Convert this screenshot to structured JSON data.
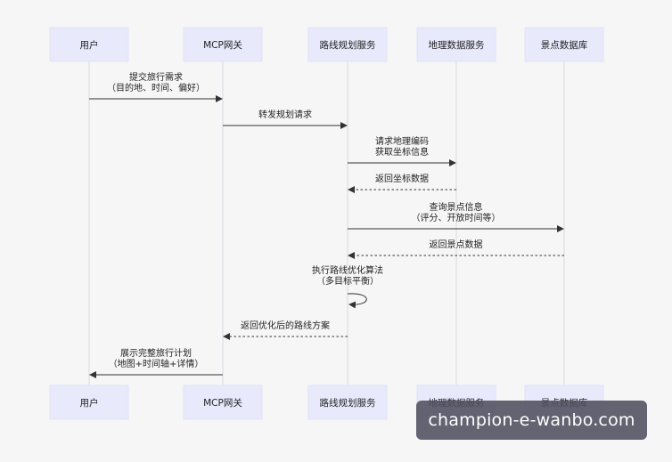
{
  "participants": [
    {
      "id": "user",
      "label": "用户"
    },
    {
      "id": "gateway",
      "label": "MCP网关"
    },
    {
      "id": "route",
      "label": "路线规划服务"
    },
    {
      "id": "geo",
      "label": "地理数据服务"
    },
    {
      "id": "poi",
      "label": "景点数据库"
    }
  ],
  "messages": [
    {
      "from": "user",
      "to": "gateway",
      "style": "solid",
      "lines": [
        "提交旅行需求",
        "（目的地、时间、偏好）"
      ]
    },
    {
      "from": "gateway",
      "to": "route",
      "style": "solid",
      "lines": [
        "转发规划请求"
      ]
    },
    {
      "from": "route",
      "to": "geo",
      "style": "solid",
      "lines": [
        "请求地理编码",
        "获取坐标信息"
      ]
    },
    {
      "from": "geo",
      "to": "route",
      "style": "dashed",
      "lines": [
        "返回坐标数据"
      ]
    },
    {
      "from": "route",
      "to": "poi",
      "style": "solid",
      "lines": [
        "查询景点信息",
        "（评分、开放时间等）"
      ]
    },
    {
      "from": "poi",
      "to": "route",
      "style": "dashed",
      "lines": [
        "返回景点数据"
      ]
    },
    {
      "from": "route",
      "to": "route",
      "style": "solid",
      "lines": [
        "执行路线优化算法",
        "（多目标平衡）"
      ]
    },
    {
      "from": "route",
      "to": "gateway",
      "style": "dashed",
      "lines": [
        "返回优化后的路线方案"
      ]
    },
    {
      "from": "gateway",
      "to": "user",
      "style": "solid",
      "lines": [
        "展示完整旅行计划",
        "（地图+时间轴+详情）"
      ]
    }
  ],
  "watermark": {
    "text": "champion-e-wanbo.com"
  }
}
